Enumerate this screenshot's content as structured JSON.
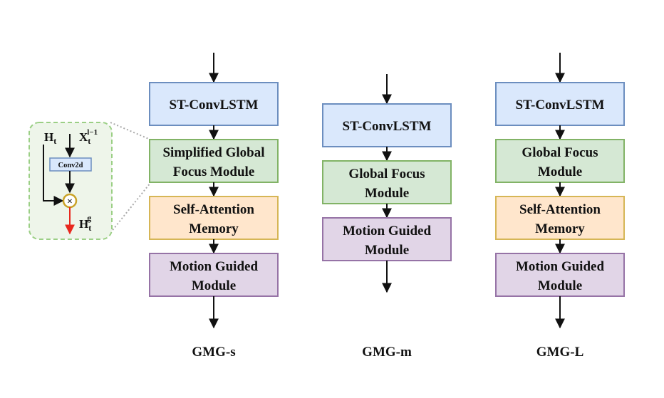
{
  "columns": [
    {
      "caption": "GMG-s",
      "modules": [
        {
          "lines": [
            "ST-ConvLSTM"
          ],
          "kind": "blue"
        },
        {
          "lines": [
            "Simplified Global",
            "Focus Module"
          ],
          "kind": "green"
        },
        {
          "lines": [
            "Self-Attention",
            "Memory"
          ],
          "kind": "orange"
        },
        {
          "lines": [
            "Motion Guided",
            "Module"
          ],
          "kind": "purple"
        }
      ]
    },
    {
      "caption": "GMG-m",
      "modules": [
        {
          "lines": [
            "ST-ConvLSTM"
          ],
          "kind": "blue"
        },
        {
          "lines": [
            "Global Focus",
            "Module"
          ],
          "kind": "green"
        },
        {
          "lines": [
            "Motion Guided",
            "Module"
          ],
          "kind": "purple"
        }
      ]
    },
    {
      "caption": "GMG-L",
      "modules": [
        {
          "lines": [
            "ST-ConvLSTM"
          ],
          "kind": "blue"
        },
        {
          "lines": [
            "Global Focus",
            "Module"
          ],
          "kind": "green"
        },
        {
          "lines": [
            "Self-Attention",
            "Memory"
          ],
          "kind": "orange"
        },
        {
          "lines": [
            "Motion Guided",
            "Module"
          ],
          "kind": "purple"
        }
      ]
    }
  ],
  "inset": {
    "input_h": "H",
    "input_h_sub": "t",
    "input_x": "X",
    "input_x_sub": "t",
    "input_x_sup": "l−1",
    "conv": "Conv2d",
    "multiply": "×",
    "output": "H",
    "output_sub": "t",
    "output_sup": "g"
  },
  "colors": {
    "blue": {
      "fill": "#dae8fc",
      "stroke": "#6c8ebf"
    },
    "green": {
      "fill": "#d5e8d4",
      "stroke": "#82b366"
    },
    "orange": {
      "fill": "#ffe6cc",
      "stroke": "#d6b656"
    },
    "purple": {
      "fill": "#e1d5e7",
      "stroke": "#9673a6"
    },
    "inset_bg": "#eef5ea",
    "inset_border": "#9bcf85",
    "arrow": "#111111",
    "output_arrow": "#e8281e",
    "multiply_ring": "#c9a227"
  }
}
